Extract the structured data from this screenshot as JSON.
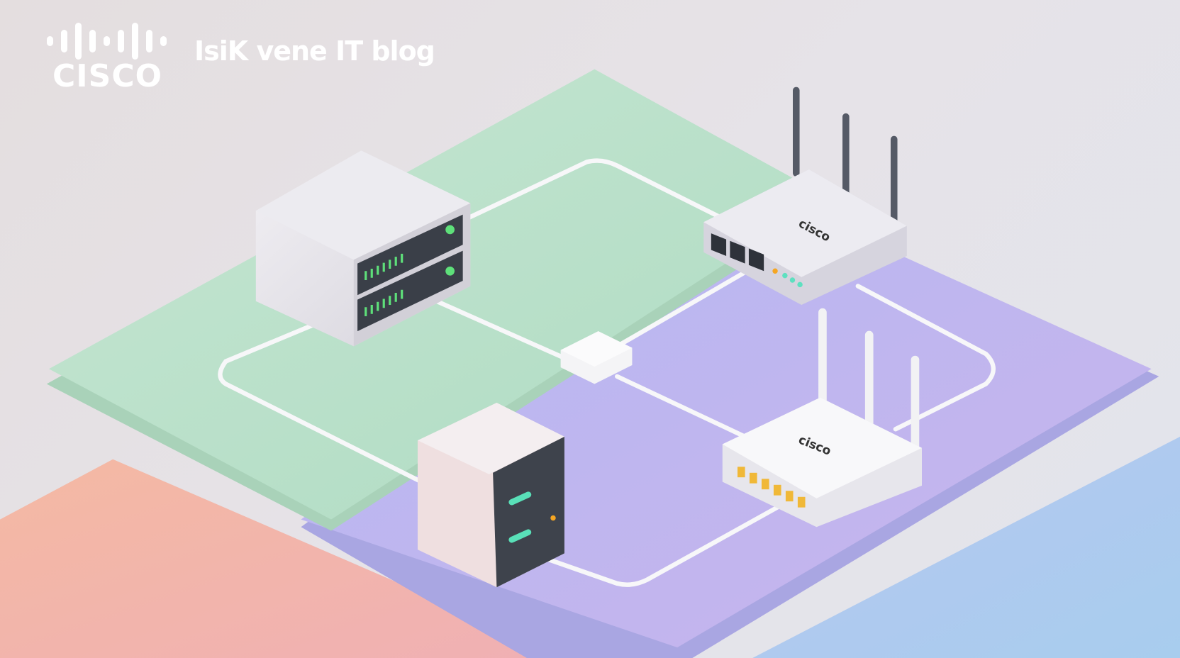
{
  "brand": {
    "logo_text": "CISCO",
    "device_logo_text": "cisco"
  },
  "title": "IsiK vene IT blog",
  "colors": {
    "green": "#bfe3cf",
    "purple": "#c7b8ee",
    "pink": "#f2b5a6",
    "blue": "#aecbee",
    "led_green": "#5ee07a"
  }
}
